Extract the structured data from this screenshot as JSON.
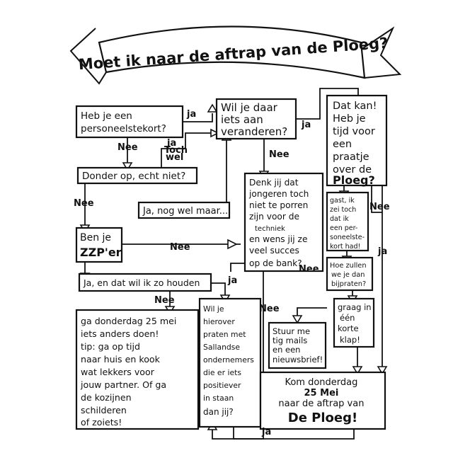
{
  "title": "Moet ik naar de aftrap van de Ploeg?",
  "nodes": {
    "personeelstekort": [
      "Heb je een",
      "personeelstekort?"
    ],
    "veranderen": [
      "Wil je daar",
      "iets aan",
      "veranderen?"
    ],
    "dat_kan": [
      "Dat kan!",
      "Heb je",
      "tijd voor",
      "een",
      "praatje",
      "over de",
      "Ploeg?"
    ],
    "donder_op": [
      "Donder op, echt niet?"
    ],
    "nog_wel_maar": [
      "Ja, nog wel maar..."
    ],
    "jongeren": [
      "Denk jij dat",
      "jongeren toch",
      "niet te porren",
      "zijn voor de",
      "techniek",
      "en wens jij ze",
      "veel succes",
      "op de bank?"
    ],
    "zzper": [
      "Ben je",
      "ZZP'er"
    ],
    "zo_houden": [
      "Ja, en dat wil ik zo houden"
    ],
    "gast": [
      "gast, ik",
      "zei toch",
      "dat ik",
      "een per-",
      "soneelste-",
      "kort had!"
    ],
    "hoe_praten": [
      "Hoe zullen",
      "we je dan",
      "bijpraten?"
    ],
    "iets_anders": [
      "ga donderdag 25 mei",
      "iets anders doen!",
      "tip: ga op tijd",
      "naar huis en kook",
      "wat lekkers voor",
      "jouw partner. Of ga",
      "de kozijnen",
      "schilderen",
      "of zoiets!"
    ],
    "sallandse": [
      "Wil je",
      "hierover",
      "praten met",
      "Sallandse",
      "ondernemers",
      "die er iets",
      "positiever",
      "in staan",
      "dan jij?"
    ],
    "stuur_mails": [
      "Stuur me",
      "tig mails",
      "en een",
      "nieuwsbrief!"
    ],
    "korte_klap": [
      "graag in",
      "één",
      "korte",
      "klap!"
    ],
    "kom": [
      "Kom donderdag",
      "25 Mei",
      "naar de aftrap van",
      "De Ploeg!"
    ]
  },
  "edge_labels": {
    "ja_1": "ja",
    "ja_2": "ja",
    "nee_1": "Nee",
    "ja_toch_wel": [
      "ja",
      "Toch",
      "wel"
    ],
    "nee_2": "Nee",
    "nee_3": "Nee",
    "nee_4": "Nee",
    "nee_5": "Nee",
    "nee_6": "Nee",
    "ja_3": "ja",
    "nee_7": "Nee",
    "nee_8": "Nee",
    "ja_4": "ja",
    "ja_5": "ja"
  }
}
